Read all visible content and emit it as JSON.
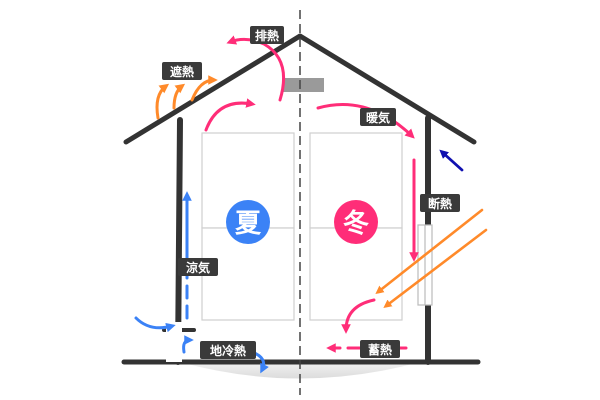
{
  "labels": {
    "exhaust_heat": "排熱",
    "shield_heat": "遮熱",
    "heating": "暖気",
    "insulation": "断熱",
    "cool_air": "涼気",
    "ground_cooling": "地冷熱",
    "heat_storage": "蓄熱"
  },
  "seasons": {
    "summer": "夏",
    "winter": "冬"
  },
  "colors": {
    "structure": "#333333",
    "summer_blue": "#3b82f6",
    "winter_pink": "#ff2d78",
    "sun_orange": "#ff8a2a",
    "night_navy": "#1010b0",
    "label_bg": "#3a3a3a",
    "ground": "#e6e6e6"
  }
}
